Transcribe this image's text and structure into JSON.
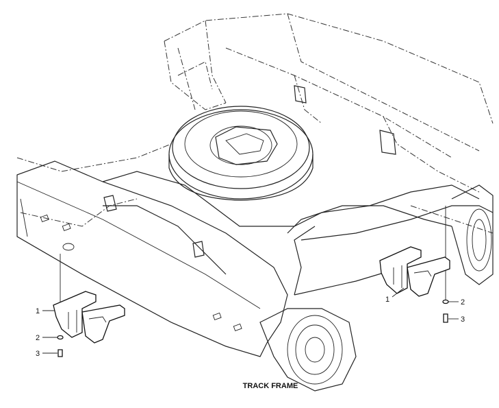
{
  "caption": "TRACK FRAME",
  "callouts": {
    "left_1": "1",
    "left_2": "2",
    "left_3": "3",
    "right_1": "1",
    "right_2": "2",
    "right_3": "3"
  }
}
